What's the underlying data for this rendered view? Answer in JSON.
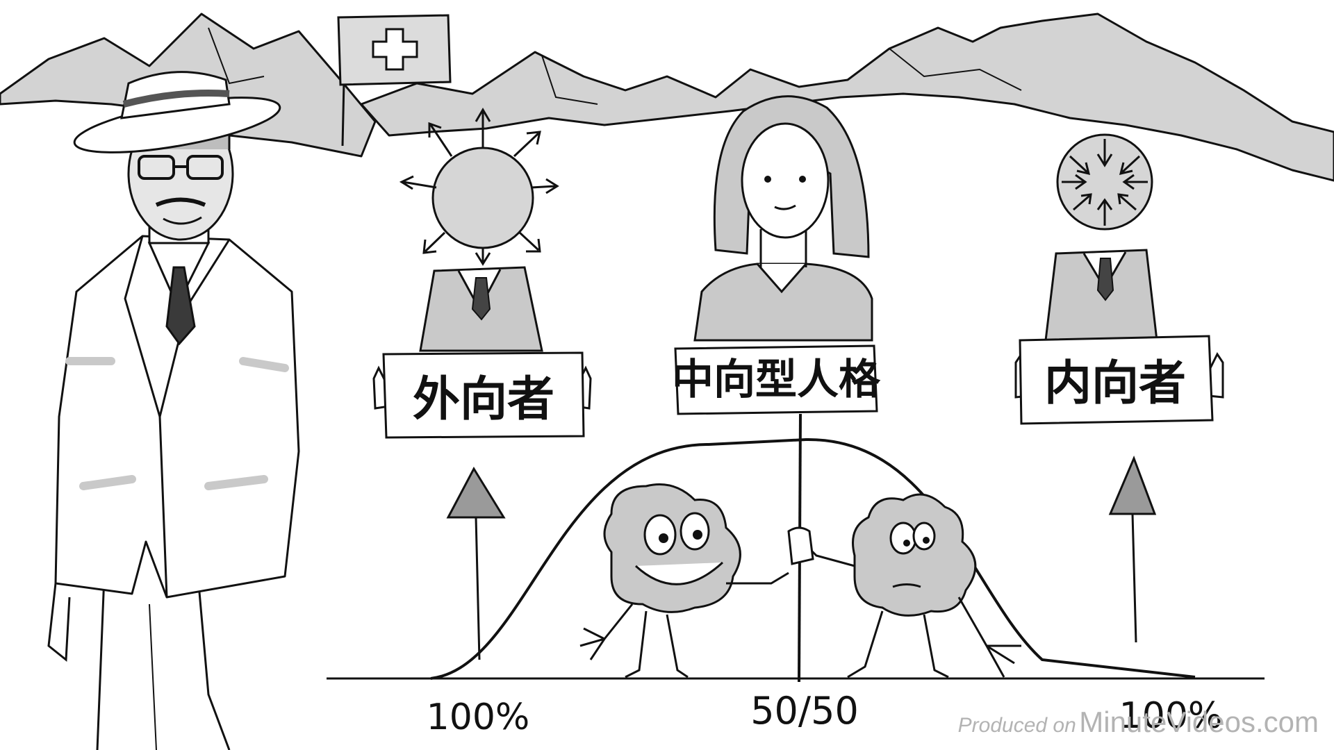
{
  "signs": {
    "extrovert": "外向者",
    "ambivert": "中向型人格",
    "introvert": "内向者"
  },
  "axis_labels": {
    "left": "100%",
    "center": "50/50",
    "right": "100%"
  },
  "watermark": {
    "prefix": "Produced on",
    "brand": "MinuteVideos.com"
  },
  "colors": {
    "ink": "#111111",
    "shade": "#c9c9c9",
    "paper": "#ffffff",
    "watermark": "#b3b3b3"
  }
}
